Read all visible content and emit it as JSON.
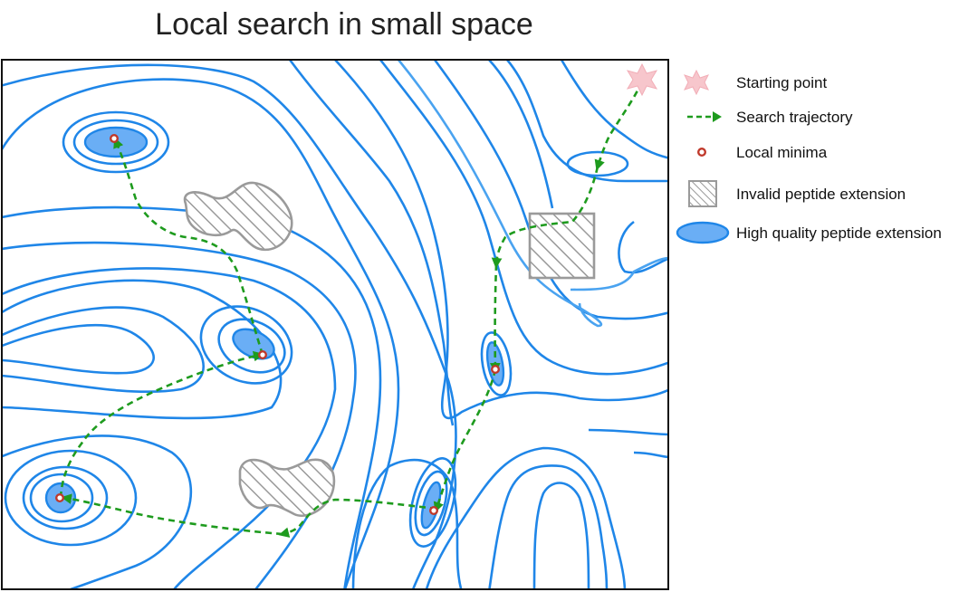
{
  "title": "Local search in small space",
  "colors": {
    "contour": "#1f86e8",
    "contour_light": "#4aa3f0",
    "high_quality_fill": "#6aaef5",
    "trajectory": "#1e9b1e",
    "invalid_stroke": "#9a9a9a",
    "start_star": "#f7c6cc",
    "minima": "#c0392b"
  },
  "legend": {
    "items": [
      {
        "label": "Starting point",
        "icon": "star-icon"
      },
      {
        "label": "Search trajectory",
        "icon": "dashed-arrow-icon"
      },
      {
        "label": "Local minima",
        "icon": "minima-dot-icon"
      },
      {
        "label": "Invalid peptide extension",
        "icon": "hatched-square-icon"
      },
      {
        "label": "High quality peptide extension",
        "icon": "blue-ellipse-icon"
      }
    ]
  }
}
